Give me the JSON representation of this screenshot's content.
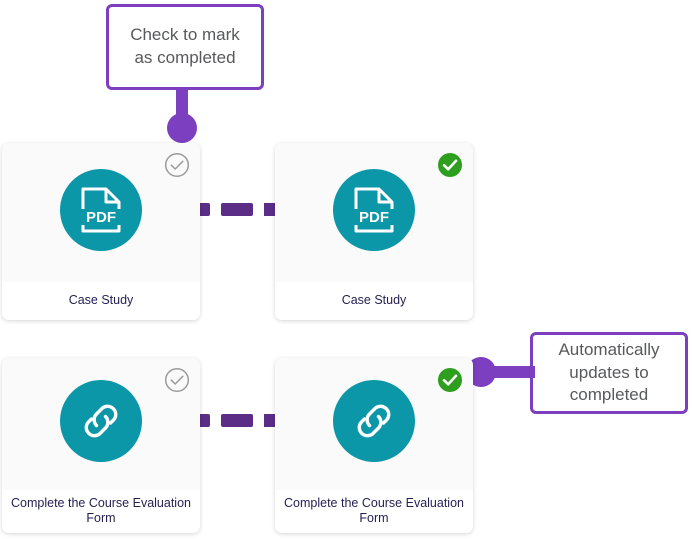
{
  "colors": {
    "purple": "#7b3fbf",
    "arrow_purple": "#5b2d87",
    "teal": "#0c97a8",
    "green": "#2e9e1e",
    "gray_unchecked": "#9b9b9b",
    "card_bg": "#fafafa",
    "footer_bg": "#ffffff",
    "label_text": "#231f52",
    "callout_text": "#58595b"
  },
  "callouts": {
    "top": {
      "text": "Check to mark as completed",
      "connector": "vertical-line-with-dot"
    },
    "right": {
      "text": "Automatically updates to completed",
      "connector": "horizontal-line-with-dot"
    }
  },
  "arrows": [
    {
      "name": "top-transition-arrow",
      "style": "dashed",
      "direction": "right"
    },
    {
      "name": "bottom-transition-arrow",
      "style": "dashed",
      "direction": "right"
    }
  ],
  "cards": [
    {
      "id": "case-study-unchecked",
      "label": "Case Study",
      "icon": "pdf-file-icon",
      "icon_text": "PDF",
      "status": "unchecked",
      "status_icon": "circle-check-outline-icon"
    },
    {
      "id": "case-study-checked",
      "label": "Case Study",
      "icon": "pdf-file-icon",
      "icon_text": "PDF",
      "status": "completed",
      "status_icon": "circle-check-filled-icon"
    },
    {
      "id": "course-evaluation-unchecked",
      "label": "Complete the Course Evaluation Form",
      "icon": "link-chain-icon",
      "icon_text": "",
      "status": "unchecked",
      "status_icon": "circle-check-outline-icon"
    },
    {
      "id": "course-evaluation-checked",
      "label": "Complete the Course Evaluation Form",
      "icon": "link-chain-icon",
      "icon_text": "",
      "status": "completed",
      "status_icon": "circle-check-filled-icon"
    }
  ]
}
